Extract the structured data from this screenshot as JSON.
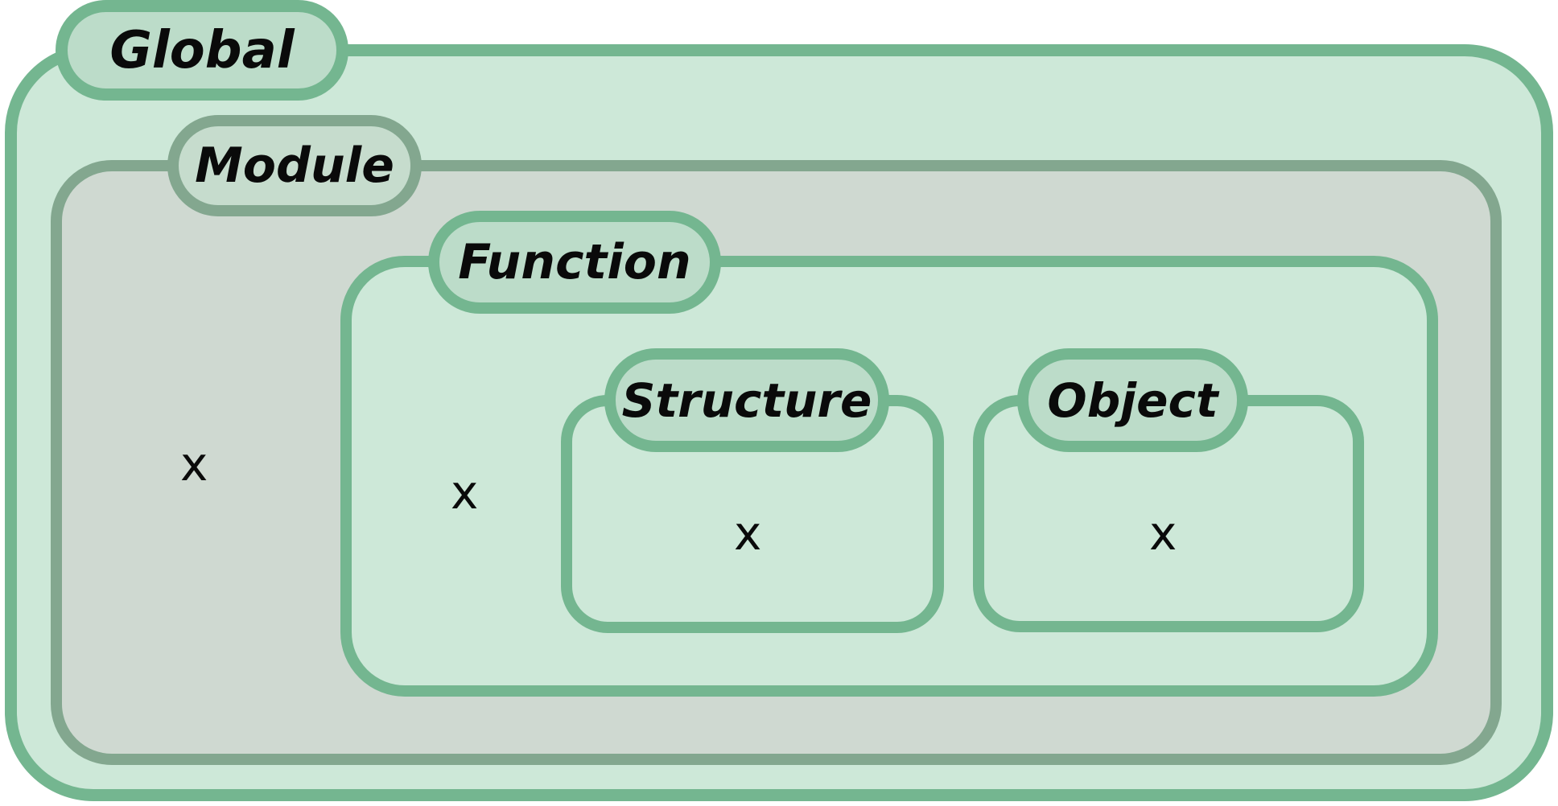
{
  "diagram": {
    "scopes": [
      {
        "id": "global",
        "label": "Global",
        "variable": "x"
      },
      {
        "id": "module",
        "label": "Module"
      },
      {
        "id": "function",
        "label": "Function",
        "variable": "x"
      },
      {
        "id": "structure",
        "label": "Structure",
        "variable": "x"
      },
      {
        "id": "object",
        "label": "Object",
        "variable": "x"
      }
    ],
    "colors": {
      "green_border": "#74b690",
      "green_fill": "#cde8d8",
      "module_border": "#83a78f",
      "module_fill": "#cfd9d1",
      "tab_fill": "#bcdcc9"
    }
  }
}
